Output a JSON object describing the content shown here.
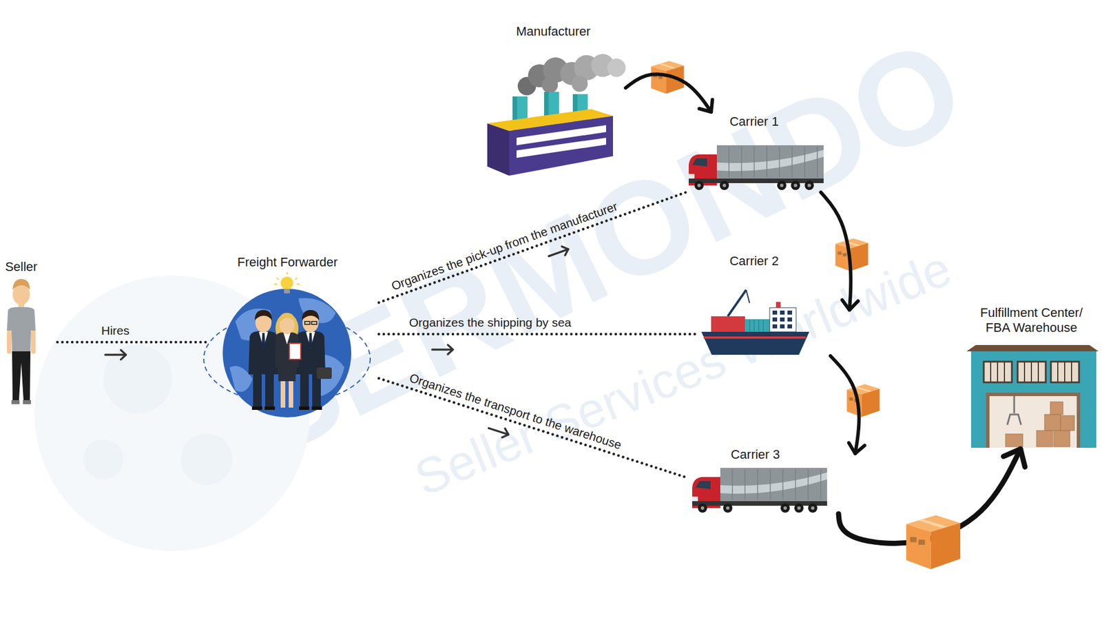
{
  "diagram": {
    "nodes": [
      {
        "text": [
          "Seller"
        ]
      },
      {
        "text": [
          "Freight Forwarder"
        ]
      },
      {
        "text": [
          "Manufacturer"
        ]
      },
      {
        "text": [
          "Carrier 1"
        ]
      },
      {
        "text": [
          "Carrier 2"
        ]
      },
      {
        "text": [
          "Carrier 3"
        ]
      },
      {
        "text": [
          "Fulfillment Center/ FBA Warehouse"
        ]
      }
    ],
    "edges": [
      {
        "from": 0,
        "to": 1,
        "label": "Hires",
        "arrow": "to"
      },
      {
        "from": 1,
        "to": 3,
        "label": "Organizes the pick-up from the manufacturer",
        "arrow": "to"
      },
      {
        "from": 1,
        "to": 4,
        "label": "Organizes the shipping by sea",
        "arrow": "to"
      },
      {
        "from": 1,
        "to": 5,
        "label": "Organizes the transport to the warehouse",
        "arrow": "to"
      },
      {
        "from": 2,
        "to": 3,
        "arrow": "to"
      },
      {
        "from": 3,
        "to": 4,
        "arrow": "to"
      },
      {
        "from": 4,
        "to": 5,
        "arrow": "to"
      },
      {
        "from": 5,
        "to": 6,
        "arrow": "to"
      }
    ],
    "labels": [
      "SERMONDO",
      "Seller Services Worldwide"
    ]
  }
}
